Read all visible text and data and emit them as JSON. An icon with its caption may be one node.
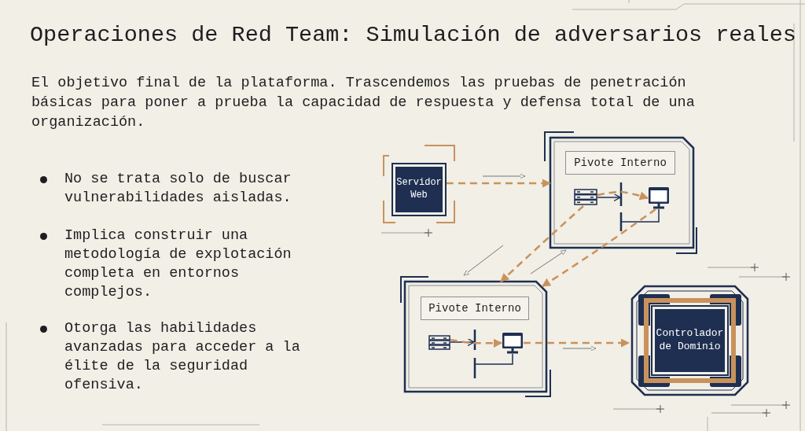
{
  "diagram": {
    "title": "Operaciones de Red Team: Simulación de adversarios reales",
    "nodes": [
      {
        "text": [
          "Servidor Web"
        ]
      },
      {
        "text": [
          "Pivote Interno"
        ]
      },
      {
        "text": [],
        "shape": "picture",
        "in": 1
      },
      {
        "text": [],
        "shape": "picture",
        "in": 1
      },
      {
        "text": [
          "Pivote Interno"
        ]
      },
      {
        "text": [],
        "shape": "picture",
        "in": 4
      },
      {
        "text": [],
        "shape": "picture",
        "in": 4
      },
      {
        "text": [
          "Controlador de Dominio"
        ]
      }
    ],
    "edges": [
      {
        "from": 0,
        "to": 1,
        "arrow": "to",
        "style": "dashed"
      },
      {
        "from": 2,
        "to": 3,
        "arrow": "to",
        "style": "dashed"
      },
      {
        "from": 2,
        "to": 4,
        "arrow": "to",
        "style": "dashed"
      },
      {
        "from": 3,
        "to": 4,
        "arrow": "to",
        "style": "dashed"
      },
      {
        "from": 5,
        "to": 6,
        "arrow": "to",
        "style": "dashed"
      },
      {
        "from": 6,
        "to": 7,
        "arrow": "to",
        "style": "dashed"
      }
    ],
    "labels": [
      "El objetivo final de la plataforma. Trascendemos las pruebas de penetración básicas para poner a prueba la capacidad de respuesta y defensa total de una organización.",
      "No se trata solo de buscar vulnerabilidades aisladas.",
      "Implica construir una metodología de explotación completa en entornos complejos.",
      "Otorga las habilidades avanzadas para acceder a la élite de la seguridad ofensiva."
    ]
  }
}
